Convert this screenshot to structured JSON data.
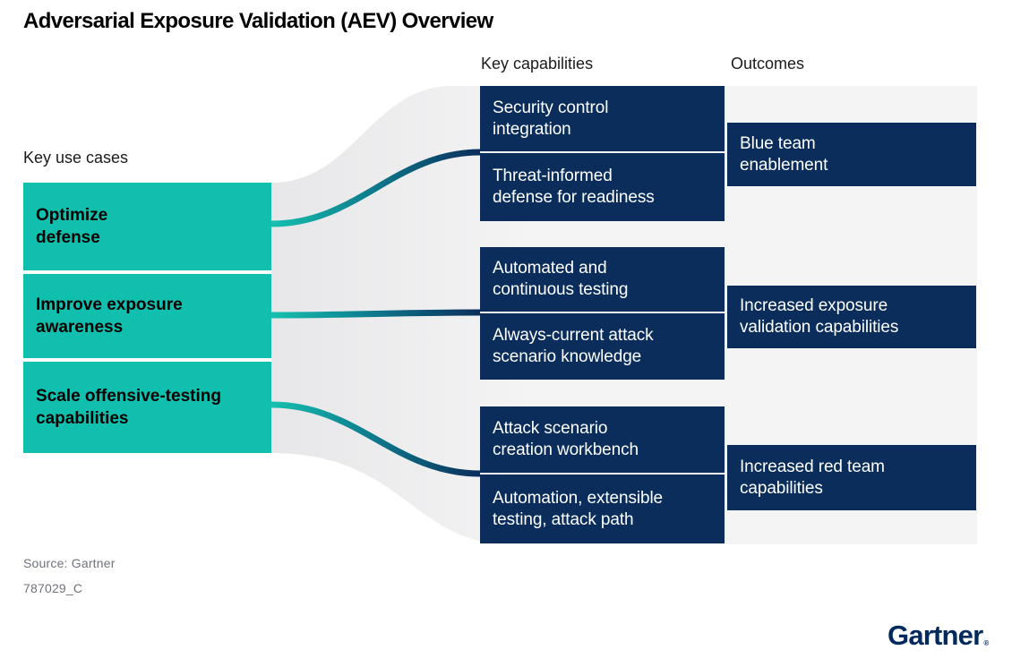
{
  "title": "Adversarial Exposure Validation (AEV) Overview",
  "columns": {
    "use_cases": {
      "header": "Key use cases",
      "items": [
        "Optimize\ndefense",
        "Improve exposure\nawareness",
        "Scale offensive-testing\ncapabilities"
      ]
    },
    "capabilities": {
      "header": "Key capabilities",
      "groups": [
        [
          "Security control\nintegration",
          "Threat-informed\ndefense for readiness"
        ],
        [
          "Automated and\ncontinuous testing",
          "Always-current attack\nscenario knowledge"
        ],
        [
          "Attack scenario\ncreation workbench",
          "Automation, extensible\ntesting, attack path"
        ]
      ]
    },
    "outcomes": {
      "header": "Outcomes",
      "items": [
        "Blue team\nenablement",
        "Increased exposure\nvalidation capabilities",
        "Increased red team\ncapabilities"
      ]
    }
  },
  "footer": {
    "source": "Source: Gartner",
    "doc_id": "787029_C",
    "logo_text": "Gartner",
    "logo_mark": "®"
  },
  "colors": {
    "teal": "#10BFAD",
    "navy": "#0A2D5B",
    "band_light": "#F4F4F5",
    "band_shade": "#E7E7E9",
    "connector_mid": "#0E7F90",
    "logo_navy": "#002A5C"
  }
}
